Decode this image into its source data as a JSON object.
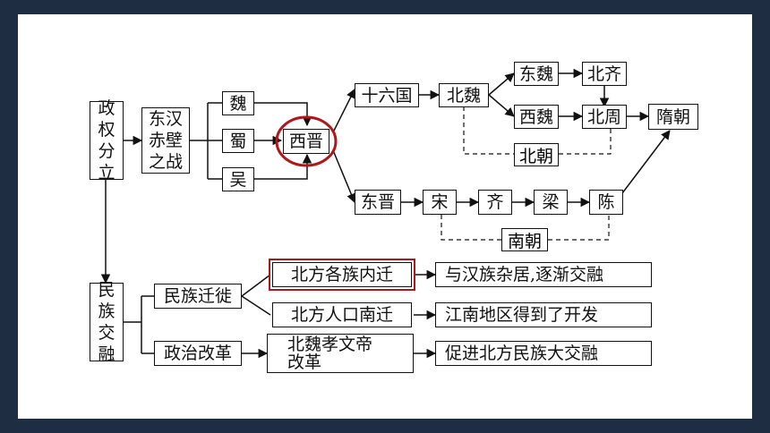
{
  "diagram": {
    "zhengquan": [
      "政",
      "权",
      "分",
      "立"
    ],
    "donghan": [
      "东汉",
      "赤壁",
      "之战"
    ],
    "wei": "魏",
    "shu": "蜀",
    "wu": "吴",
    "xijin": "西晋",
    "shiliuguo": "十六国",
    "beiwei": "北魏",
    "dongwei": "东魏",
    "beiqi": "北齐",
    "xiwei": "西魏",
    "beizhou": "北周",
    "suichao": "隋朝",
    "beichao": "北朝",
    "dongjin": "东晋",
    "song": "宋",
    "qi": "齐",
    "liang": "梁",
    "chen": "陈",
    "nanchao": "南朝",
    "minzu": [
      "民",
      "族",
      "交",
      "融"
    ],
    "qianxi": "民族迁徙",
    "gaige": "政治改革",
    "beifang_neiqian": "北方各族内迁",
    "beifang_nanqian": "北方人口南迁",
    "xiaowendi": [
      "北魏孝文帝",
      "改革"
    ],
    "zaju": "与汉族杂居,逐渐交融",
    "jiangnan": "江南地区得到了开发",
    "cujin": "促进北方民族大交融"
  },
  "colors": {
    "background": "#1f2d42",
    "highlight": "#b1161b",
    "line": "#111111"
  }
}
